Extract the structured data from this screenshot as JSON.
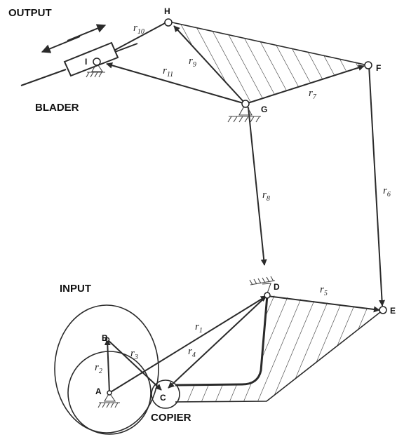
{
  "labels": {
    "output": "OUTPUT",
    "blader": "BLADER",
    "input": "INPUT",
    "copier": "COPIER"
  },
  "points": {
    "A": "A",
    "B": "B",
    "C": "C",
    "D": "D",
    "E": "E",
    "F": "F",
    "G": "G",
    "H": "H",
    "I": "I"
  },
  "vectors": {
    "r1": {
      "base": "r",
      "sub": "1"
    },
    "r2": {
      "base": "r",
      "sub": "2"
    },
    "r3": {
      "base": "r",
      "sub": "3"
    },
    "r4": {
      "base": "r",
      "sub": "4"
    },
    "r5": {
      "base": "r",
      "sub": "5"
    },
    "r6": {
      "base": "r",
      "sub": "6"
    },
    "r7": {
      "base": "r",
      "sub": "7"
    },
    "r8": {
      "base": "r",
      "sub": "8"
    },
    "r9": {
      "base": "r",
      "sub": "9"
    },
    "r10": {
      "base": "r",
      "sub": "10"
    },
    "r11": {
      "base": "r",
      "sub": "11"
    }
  },
  "colors": {
    "line": "#2a2a2a",
    "background": "#ffffff"
  }
}
